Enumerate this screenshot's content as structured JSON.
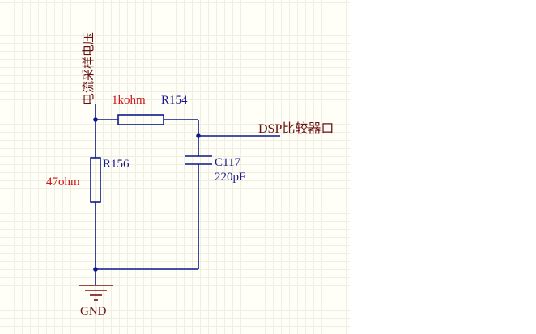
{
  "net_labels": {
    "sense_voltage": "电流采样电压",
    "dsp_compare": "DSP比较器口",
    "ground": "GND"
  },
  "components": {
    "r154": {
      "designator": "R154",
      "value": "1kohm"
    },
    "r156": {
      "designator": "R156",
      "value": "47ohm"
    },
    "c117": {
      "designator": "C117",
      "value": "220pF"
    }
  },
  "colors": {
    "wire": "#0c1a8c",
    "designator": "#1a1a8c",
    "value_red": "#d01515",
    "net_label": "#6a1010"
  }
}
